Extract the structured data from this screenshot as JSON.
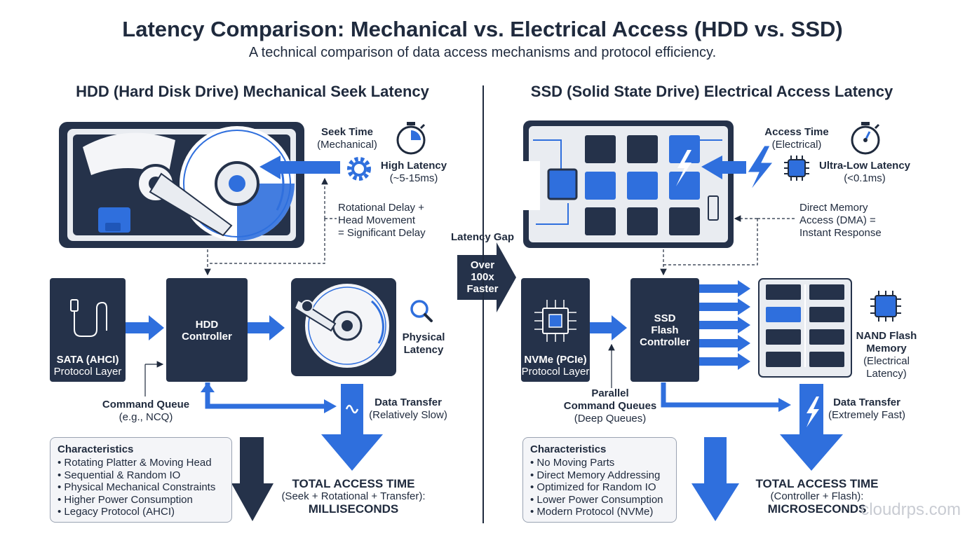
{
  "header": {
    "title": "Latency Comparison: Mechanical vs. Electrical Access (HDD vs. SSD)",
    "subtitle": "A technical comparison of data access mechanisms and protocol efficiency."
  },
  "hdd": {
    "section_title": "HDD (Hard Disk Drive) Mechanical Seek Latency",
    "seek_time_title": "Seek Time",
    "seek_time_sub": "(Mechanical)",
    "high_latency_title": "High Latency",
    "high_latency_sub": "(~5-15ms)",
    "rotational_note": [
      "Rotational Delay +",
      "Head Movement",
      "= Significant Delay"
    ],
    "protocol_title": "SATA (AHCI)",
    "protocol_sub": "Protocol Layer",
    "controller": [
      "HDD",
      "Controller"
    ],
    "physical_latency": [
      "Physical",
      "Latency"
    ],
    "command_queue_title": "Command Queue",
    "command_queue_sub": "(e.g., NCQ)",
    "data_transfer_title": "Data Transfer",
    "data_transfer_sub": "(Relatively Slow)",
    "characteristics_title": "Characteristics",
    "characteristics": [
      "Rotating Platter & Moving Head",
      "Sequential & Random IO",
      "Physical Mechanical Constraints",
      "Higher Power Consumption",
      "Legacy Protocol (AHCI)"
    ],
    "total_title": "TOTAL ACCESS TIME",
    "total_formula": "(Seek + Rotational + Transfer):",
    "total_value": "MILLISECONDS"
  },
  "gap": {
    "title": "Latency Gap",
    "arrow_text": [
      "Over",
      "100x",
      "Faster"
    ]
  },
  "ssd": {
    "section_title": "SSD (Solid State Drive) Electrical Access Latency",
    "access_time_title": "Access Time",
    "access_time_sub": "(Electrical)",
    "ultra_latency_title": "Ultra-Low Latency",
    "ultra_latency_sub": "(<0.1ms)",
    "dma_note": [
      "Direct Memory",
      "Access (DMA) =",
      "Instant Response"
    ],
    "protocol_title": "NVMe (PCIe)",
    "protocol_sub": "Protocol Layer",
    "controller": [
      "SSD",
      "Flash",
      "Controller"
    ],
    "nand_title": [
      "NAND Flash",
      "Memory"
    ],
    "nand_sub": [
      "(Electrical",
      "Latency)"
    ],
    "parallel_title": [
      "Parallel",
      "Command Queues"
    ],
    "parallel_sub": "(Deep Queues)",
    "data_transfer_title": "Data Transfer",
    "data_transfer_sub": "(Extremely Fast)",
    "characteristics_title": "Characteristics",
    "characteristics": [
      "No Moving Parts",
      "Direct Memory Addressing",
      "Optimized for Random IO",
      "Lower Power Consumption",
      "Modern Protocol (NVMe)"
    ],
    "total_title": "TOTAL ACCESS TIME",
    "total_formula": "(Controller + Flash):",
    "total_value": "MICROSECONDS"
  },
  "watermark": "cloudrps.com",
  "colors": {
    "dark": "#25324a",
    "accent": "#2f6fdd",
    "panel": "#f4f5f8"
  }
}
